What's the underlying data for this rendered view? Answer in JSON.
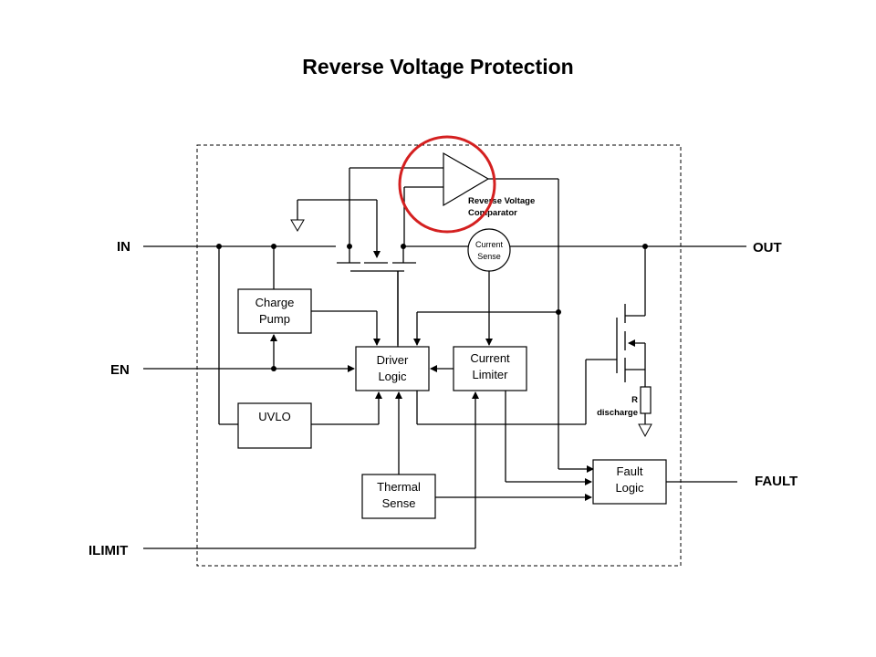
{
  "title": "Reverse Voltage Protection",
  "pins": {
    "in": "IN",
    "out": "OUT",
    "en": "EN",
    "fault": "FAULT",
    "ilimit": "ILIMIT"
  },
  "blocks": {
    "charge_pump": [
      "Charge",
      "Pump"
    ],
    "driver_logic": [
      "Driver",
      "Logic"
    ],
    "current_limiter": [
      "Current",
      "Limiter"
    ],
    "uvlo": [
      "UVLO"
    ],
    "thermal_sense": [
      "Thermal",
      "Sense"
    ],
    "fault_logic": [
      "Fault",
      "Logic"
    ],
    "current_sense": [
      "Current",
      "Sense"
    ]
  },
  "labels": {
    "comparator": [
      "Reverse Voltage",
      "Comparator"
    ],
    "r_discharge": [
      "R",
      "discharge"
    ]
  },
  "colors": {
    "highlight": "#d42020",
    "line": "#000000"
  }
}
